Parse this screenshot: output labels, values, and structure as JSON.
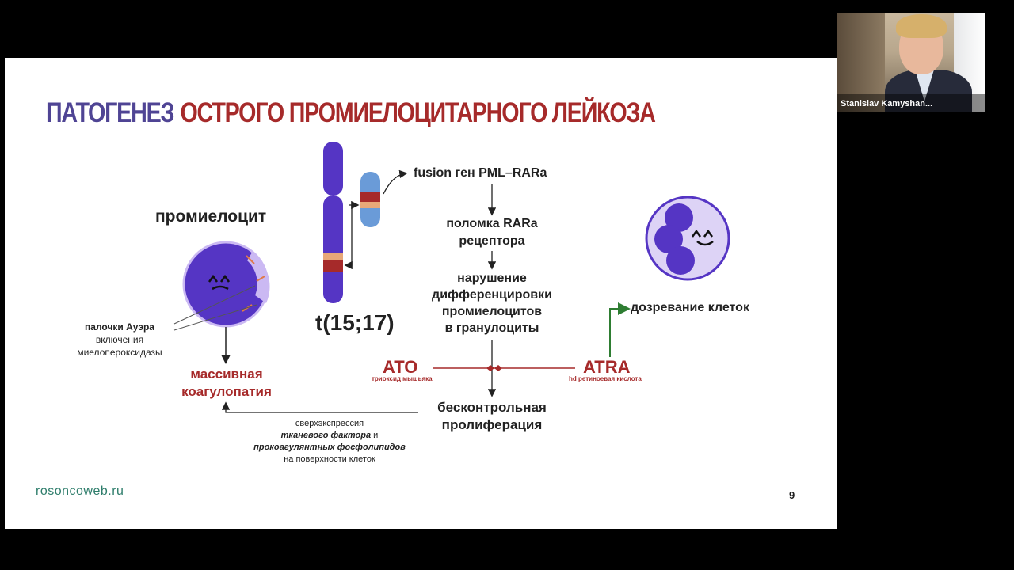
{
  "slide": {
    "title_part1": "ПАТОГЕНЕЗ",
    "title_part2": "ОСТРОГО ПРОМИЕЛОЦИТАРНОГО ЛЕЙКОЗА",
    "promyelocyte_label": "промиелоцит",
    "translocation": "t(15;17)",
    "fusion_gene": "fusion ген PML–RARa",
    "step_receptor": [
      "поломка RARa",
      "рецептора"
    ],
    "step_differentiation": [
      "нарушение",
      "дифференцировки",
      "промиелоцитов",
      "в гранулоциты"
    ],
    "auer_note": [
      "палочки Ауэра",
      "включения",
      "миелопероксидазы"
    ],
    "coagulopathy": [
      "массивная",
      "коагулопатия"
    ],
    "ato": "ATO",
    "ato_sub": "триоксид мышьяка",
    "atra": "ATRA",
    "atra_sub": "hd ретиноевая кислота",
    "maturation": "дозревание клеток",
    "proliferation": [
      "бесконтрольная",
      "пролиферация"
    ],
    "overexpression": [
      "сверхэкспрессия",
      "тканевого фактора",
      "и",
      "прокоагулянтных фосфолипидов",
      "на поверхности клеток"
    ],
    "website": "rosoncoweb.ru",
    "page_number": "9",
    "colors": {
      "purple": "#4f4494",
      "red": "#a62a2a",
      "cell": "#5535c4",
      "green": "#2e7d32",
      "website": "#2e7d6b"
    }
  },
  "participant": {
    "name": "Stanislav Kamyshan..."
  }
}
